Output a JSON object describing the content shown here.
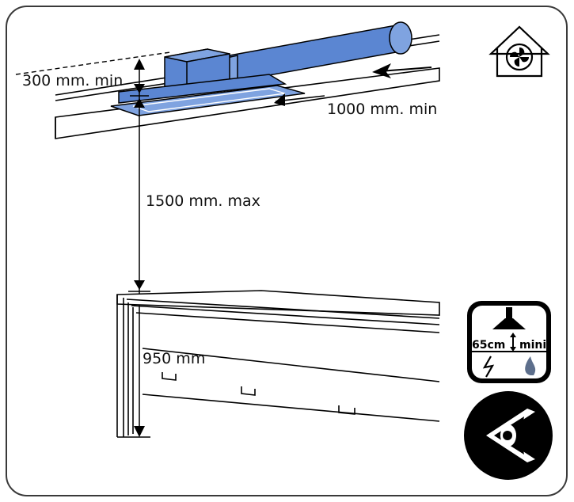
{
  "dimensions": {
    "duct_clearance": "300 mm. min",
    "wall_distance": "1000 mm. min",
    "height_max": "1500 mm. max",
    "counter_height": "950 mm"
  },
  "icons": {
    "ventilation": "house-fan-icon",
    "clearance_badge": {
      "value": "65cm",
      "suffix": "mini"
    },
    "eye": "eye-warning-icon"
  },
  "colors": {
    "duct_blue": "#5b86d2",
    "duct_blue_light": "#7fa3e0",
    "line": "#000000",
    "frame": "#3a3a3a"
  }
}
